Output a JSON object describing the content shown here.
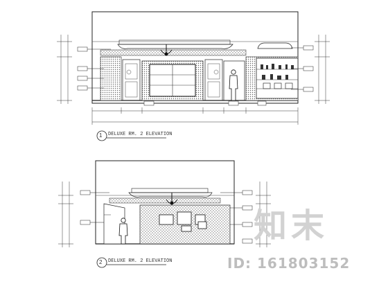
{
  "elevation_1": {
    "number": "1",
    "title": "DELUXE RM. 2 ELEVATION"
  },
  "elevation_2": {
    "number": "2",
    "title": "DELUXE RM. 2 ELEVATION"
  },
  "watermark": {
    "brand": "知末",
    "id_text": "ID: 161803152"
  },
  "colors": {
    "line": "#1a1a1a",
    "hatch": "#555555",
    "watermark": "#cccccc"
  }
}
